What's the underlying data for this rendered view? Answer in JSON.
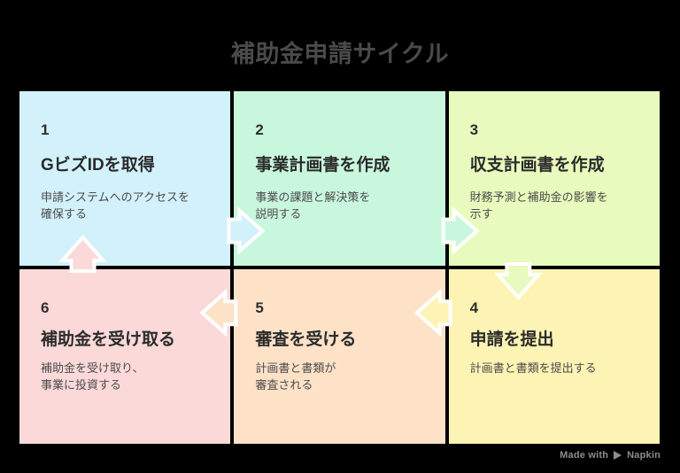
{
  "title": "補助金申請サイクル",
  "colors": {
    "background": "#000000",
    "title_text": "#4a4a4a",
    "gap": "#ffffff",
    "step1_bg": "#d2f1fb",
    "step2_bg": "#c9f7de",
    "step3_bg": "#e8fabd",
    "step4_bg": "#fdf3b4",
    "step5_bg": "#fde2c8",
    "step6_bg": "#fbd9d9",
    "heading_text": "#2b2b2b",
    "body_text": "#4b4b4b",
    "watermark_text": "#8d8d8d"
  },
  "steps": [
    {
      "number": "1",
      "title": "GビズIDを取得",
      "description": "申請システムへのアクセスを\n確保する",
      "bg": "#d2f1fb"
    },
    {
      "number": "2",
      "title": "事業計画書を作成",
      "description": "事業の課題と解決策を\n説明する",
      "bg": "#c9f7de"
    },
    {
      "number": "3",
      "title": "収支計画書を作成",
      "description": "財務予測と補助金の影響を\n示す",
      "bg": "#e8fabd"
    },
    {
      "number": "4",
      "title": "申請を提出",
      "description": "計画書と書類を提出する",
      "bg": "#fdf3b4"
    },
    {
      "number": "5",
      "title": "審査を受ける",
      "description": "計画書と書類が\n審査される",
      "bg": "#fde2c8"
    },
    {
      "number": "6",
      "title": "補助金を受け取る",
      "description": "補助金を受け取り、\n事業に投資する",
      "bg": "#fbd9d9"
    }
  ],
  "connectors": [
    {
      "from": "1",
      "to": "2",
      "direction": "right",
      "color": "#d2f1fb"
    },
    {
      "from": "2",
      "to": "3",
      "direction": "right",
      "color": "#c9f7de"
    },
    {
      "from": "3",
      "to": "4",
      "direction": "down",
      "color": "#e8fabd"
    },
    {
      "from": "4",
      "to": "5",
      "direction": "left",
      "color": "#fdf3b4"
    },
    {
      "from": "5",
      "to": "6",
      "direction": "left",
      "color": "#fde2c8"
    },
    {
      "from": "6",
      "to": "1",
      "direction": "up",
      "color": "#fbd9d9"
    }
  ],
  "watermark": {
    "prefix": "Made with",
    "brand": "Napkin"
  }
}
